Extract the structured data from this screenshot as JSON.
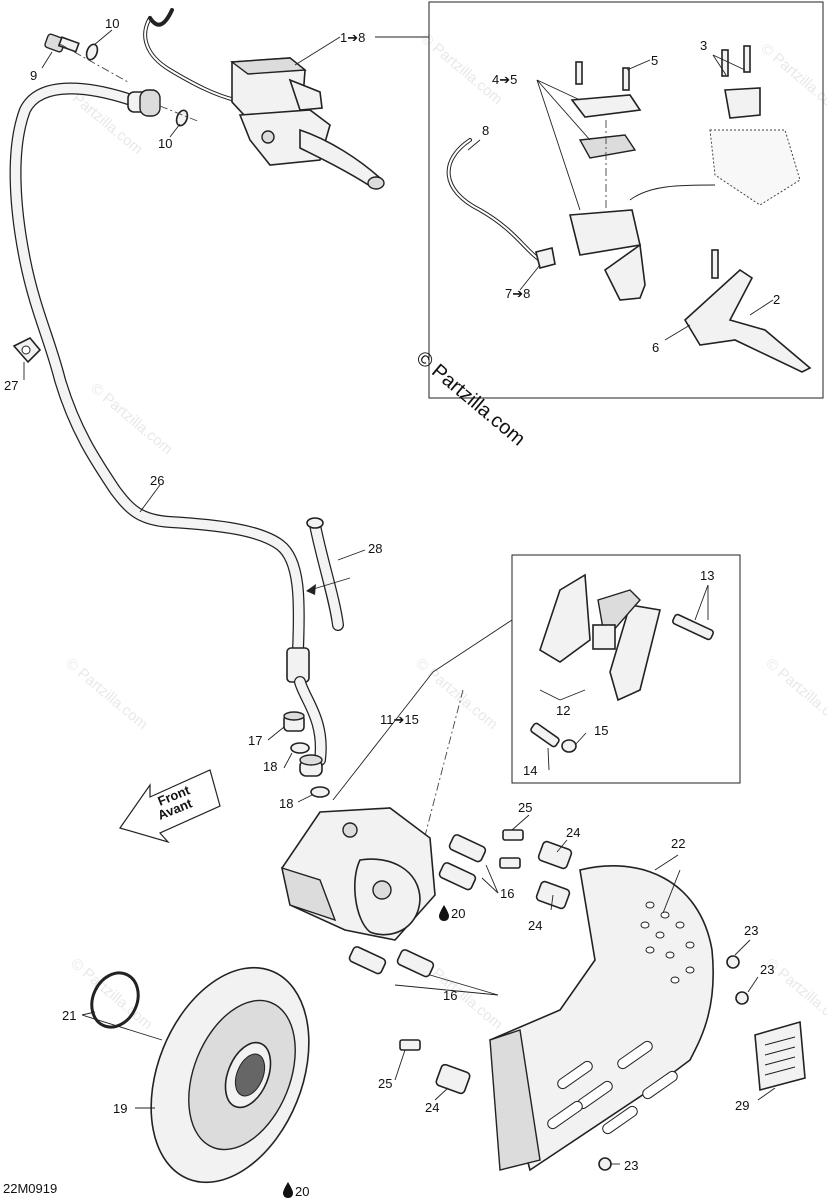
{
  "copyright": "© Partzilla.com",
  "watermark": "© Partzilla.com",
  "diagram_code": "22M0919",
  "front_arrow": {
    "line1": "Front",
    "line2": "Avant"
  },
  "labels": {
    "l1_8": "1➔8",
    "l2": "2",
    "l3": "3",
    "l4_5": "4➔5",
    "l5": "5",
    "l6": "6",
    "l7_8": "7➔8",
    "l8": "8",
    "l9": "9",
    "l10a": "10",
    "l10b": "10",
    "l11_15": "11➔15",
    "l12": "12",
    "l13": "13",
    "l14": "14",
    "l15": "15",
    "l16a": "16",
    "l16b": "16",
    "l17": "17",
    "l18a": "18",
    "l18b": "18",
    "l19": "19",
    "l20a": "20",
    "l20b": "20",
    "l21": "21",
    "l22": "22",
    "l23a": "23",
    "l23b": "23",
    "l23c": "23",
    "l24a": "24",
    "l24b": "24",
    "l24c": "24",
    "l25a": "25",
    "l25b": "25",
    "l26": "26",
    "l27": "27",
    "l28": "28",
    "l29": "29"
  }
}
